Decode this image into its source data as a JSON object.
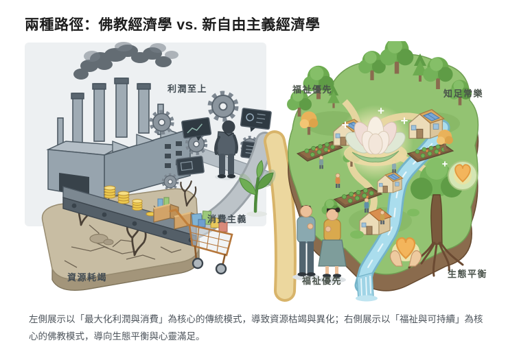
{
  "page": {
    "title": "兩種路徑：佛教經濟學 vs. 新自由主義經濟學"
  },
  "illustration": {
    "left_labels": {
      "profit_first": "利潤至上",
      "consumerism": "消費主義",
      "resource_depletion": "資源耗竭"
    },
    "right_labels": {
      "welfare_first_top": "福祉優先",
      "contentment": "知足常樂",
      "welfare_first_bottom": "福祉優先",
      "ecological_balance": "生態平衡"
    },
    "icons": [
      "factory-icon",
      "smoke-icon",
      "gear-icon",
      "screen-icon",
      "slumped-worker-icon",
      "conveyor-icon",
      "coin-stack-icon",
      "cargo-box-icon",
      "shopping-cart-icon",
      "cracked-land-icon",
      "dead-tree-icon",
      "fork-path-icon",
      "sprout-icon",
      "lotus-icon",
      "solar-house-icon",
      "garden-plot-icon",
      "tree-icon",
      "river-icon",
      "waterfall-icon",
      "root-tree-icon",
      "heart-icon",
      "hands-holding-heart-icon",
      "greeting-people-icon"
    ],
    "colors": {
      "industrial_gray": "#8f9ca6",
      "smoke_dark": "#4b555d",
      "barren_land": "#c8bda3",
      "gray_path": "#b8bfc4",
      "gold_path": "#e9cf92",
      "nature_green": "#93c372",
      "soil_brown": "#8a6b4d",
      "river_blue": "#aadded",
      "lotus_glow": "#fdf3cf",
      "heart_orange": "#f3b55c",
      "coin_gold": "#ecc94f"
    }
  },
  "caption": {
    "text": "左側展示以「最大化利潤與消費」為核心的傳統模式，導致資源枯竭與異化；右側展示以「福祉與可持續」為核心的佛教模式，導向生態平衡與心靈滿足。"
  }
}
